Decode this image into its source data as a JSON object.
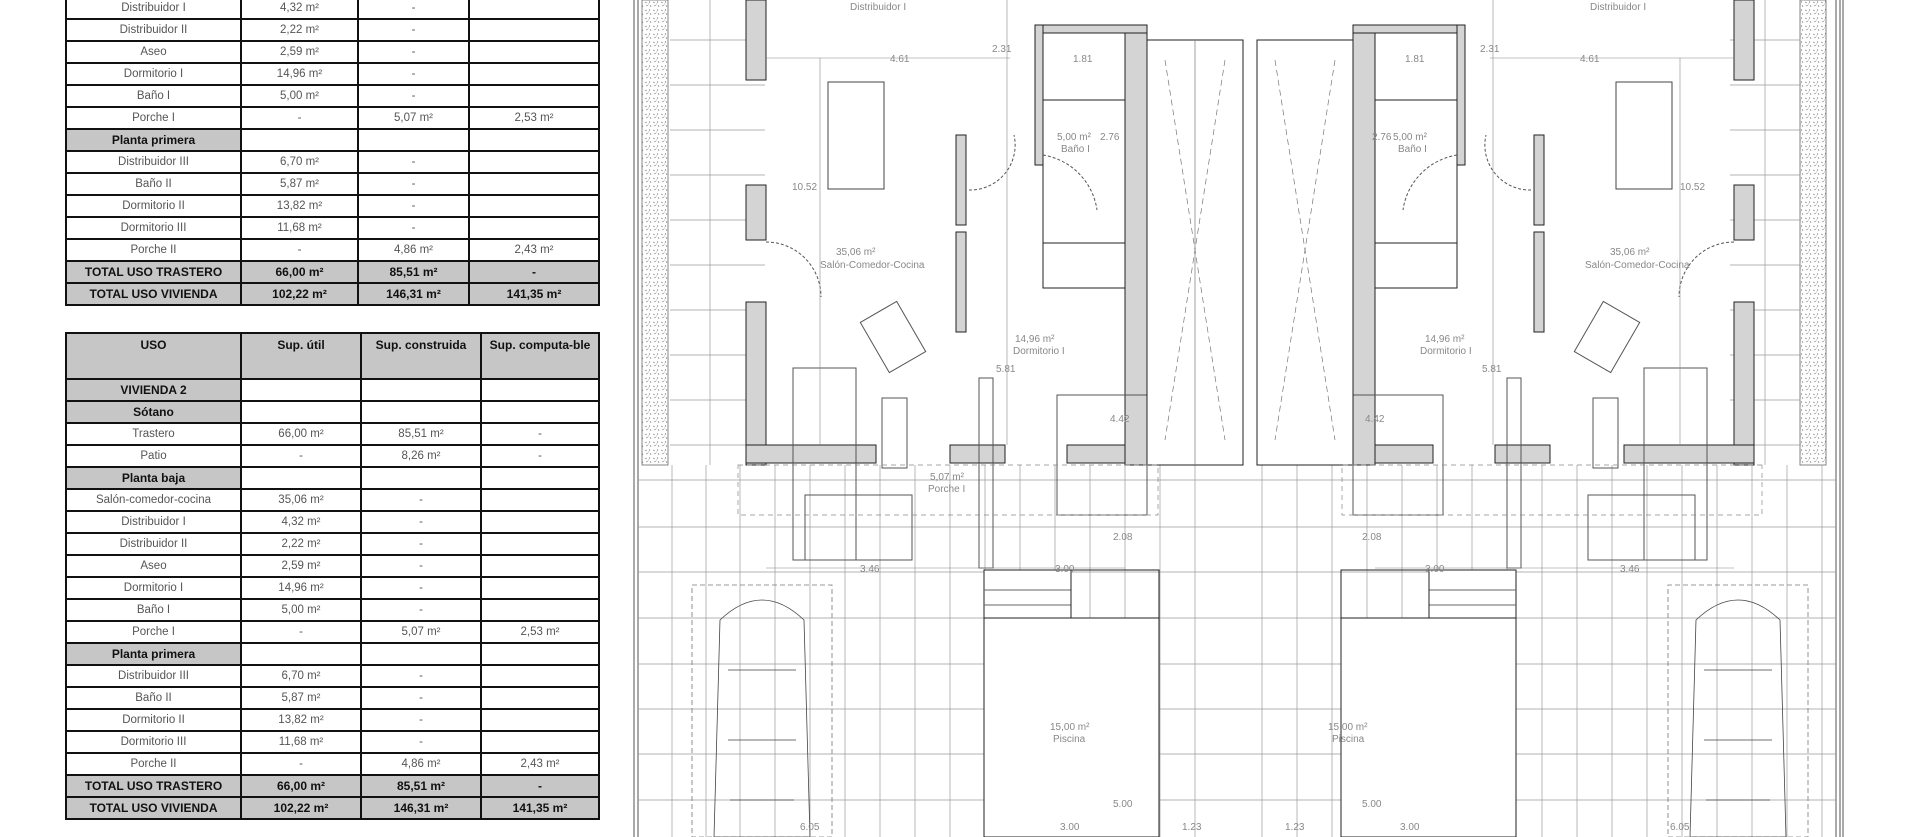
{
  "table1": {
    "rows": [
      {
        "type": "item",
        "uso": "Distribuidor I",
        "util": "4,32 m²",
        "construida": "-",
        "computable": ""
      },
      {
        "type": "item",
        "uso": "Distribuidor II",
        "util": "2,22 m²",
        "construida": "-",
        "computable": ""
      },
      {
        "type": "item",
        "uso": "Aseo",
        "util": "2,59 m²",
        "construida": "-",
        "computable": ""
      },
      {
        "type": "item",
        "uso": "Dormitorio I",
        "util": "14,96 m²",
        "construida": "-",
        "computable": ""
      },
      {
        "type": "item",
        "uso": "Baño I",
        "util": "5,00 m²",
        "construida": "-",
        "computable": ""
      },
      {
        "type": "item",
        "uso": "Porche I",
        "util": "-",
        "construida": "5,07 m²",
        "computable": "2,53 m²"
      },
      {
        "type": "section",
        "uso": "Planta primera",
        "util": "",
        "construida": "",
        "computable": ""
      },
      {
        "type": "item",
        "uso": "Distribuidor III",
        "util": "6,70 m²",
        "construida": "-",
        "computable": ""
      },
      {
        "type": "item",
        "uso": "Baño II",
        "util": "5,87 m²",
        "construida": "-",
        "computable": ""
      },
      {
        "type": "item",
        "uso": "Dormitorio II",
        "util": "13,82 m²",
        "construida": "-",
        "computable": ""
      },
      {
        "type": "item",
        "uso": "Dormitorio III",
        "util": "11,68 m²",
        "construida": "-",
        "computable": ""
      },
      {
        "type": "item",
        "uso": "Porche II",
        "util": "-",
        "construida": "4,86 m²",
        "computable": "2,43 m²"
      },
      {
        "type": "total",
        "uso": "TOTAL USO TRASTERO",
        "util": "66,00 m²",
        "construida": "85,51 m²",
        "computable": "-"
      },
      {
        "type": "total",
        "uso": "TOTAL USO VIVIENDA",
        "util": "102,22 m²",
        "construida": "146,31 m²",
        "computable": "141,35 m²"
      }
    ]
  },
  "table2": {
    "headers": {
      "uso": "USO",
      "util": "Sup. útil",
      "construida": "Sup. construida",
      "computable": "Sup. computa-ble"
    },
    "rows": [
      {
        "type": "section",
        "uso": "VIVIENDA 2",
        "util": "",
        "construida": "",
        "computable": ""
      },
      {
        "type": "section",
        "uso": "Sótano",
        "util": "",
        "construida": "",
        "computable": ""
      },
      {
        "type": "item",
        "uso": "Trastero",
        "util": "66,00 m²",
        "construida": "85,51 m²",
        "computable": "-"
      },
      {
        "type": "item",
        "uso": "Patio",
        "util": "-",
        "construida": "8,26 m²",
        "computable": "-"
      },
      {
        "type": "section",
        "uso": "Planta baja",
        "util": "",
        "construida": "",
        "computable": ""
      },
      {
        "type": "item",
        "uso": "Salón-comedor-cocina",
        "util": "35,06 m²",
        "construida": "-",
        "computable": ""
      },
      {
        "type": "item",
        "uso": "Distribuidor I",
        "util": "4,32 m²",
        "construida": "-",
        "computable": ""
      },
      {
        "type": "item",
        "uso": "Distribuidor II",
        "util": "2,22 m²",
        "construida": "-",
        "computable": ""
      },
      {
        "type": "item",
        "uso": "Aseo",
        "util": "2,59 m²",
        "construida": "-",
        "computable": ""
      },
      {
        "type": "item",
        "uso": "Dormitorio I",
        "util": "14,96 m²",
        "construida": "-",
        "computable": ""
      },
      {
        "type": "item",
        "uso": "Baño I",
        "util": "5,00 m²",
        "construida": "-",
        "computable": ""
      },
      {
        "type": "item",
        "uso": "Porche I",
        "util": "-",
        "construida": "5,07 m²",
        "computable": "2,53 m²"
      },
      {
        "type": "section",
        "uso": "Planta primera",
        "util": "",
        "construida": "",
        "computable": ""
      },
      {
        "type": "item",
        "uso": "Distribuidor III",
        "util": "6,70 m²",
        "construida": "-",
        "computable": ""
      },
      {
        "type": "item",
        "uso": "Baño II",
        "util": "5,87 m²",
        "construida": "-",
        "computable": ""
      },
      {
        "type": "item",
        "uso": "Dormitorio II",
        "util": "13,82 m²",
        "construida": "-",
        "computable": ""
      },
      {
        "type": "item",
        "uso": "Dormitorio III",
        "util": "11,68 m²",
        "construida": "-",
        "computable": ""
      },
      {
        "type": "item",
        "uso": "Porche II",
        "util": "-",
        "construida": "4,86 m²",
        "computable": "2,43 m²"
      },
      {
        "type": "total",
        "uso": "TOTAL USO TRASTERO",
        "util": "66,00 m²",
        "construida": "85,51 m²",
        "computable": "-"
      },
      {
        "type": "total",
        "uso": "TOTAL USO VIVIENDA",
        "util": "102,22 m²",
        "construida": "146,31 m²",
        "computable": "141,35 m²"
      }
    ]
  },
  "plan": {
    "left_house": {
      "distribuidor_label": "Distribuidor I",
      "salon_area": "35,06 m²",
      "salon_label": "Salón-Comedor-Cocina",
      "dormitorio_area": "14,96 m²",
      "dormitorio_label": "Dormitorio I",
      "bano_area": "5,00 m²",
      "bano_label": "Baño I",
      "porche_area": "5,07 m²",
      "porche_label": "Porche I",
      "piscina_area": "15,00 m²",
      "piscina_label": "Piscina",
      "dims": {
        "d461": "4.61",
        "d231": "2.31",
        "d181": "1.81",
        "d1052": "10.52",
        "d276": "2.76",
        "d581": "5.81",
        "d442": "4.42",
        "d346": "3.46",
        "d300": "3.00",
        "d208": "2.08",
        "d500": "5.00",
        "d605": "6.05",
        "d300b": "3.00",
        "d123": "1.23"
      }
    },
    "right_house": {
      "distribuidor_label": "Distribuidor I",
      "salon_area": "35,06 m²",
      "salon_label": "Salón-Comedor-Cocina",
      "dormitorio_area": "14,96 m²",
      "dormitorio_label": "Dormitorio I",
      "bano_area": "5,00 m²",
      "bano_label": "Baño I",
      "piscina_area": "15,00 m²",
      "piscina_label": "Piscina",
      "dims": {
        "d461": "4.61",
        "d231": "2.31",
        "d181": "1.81",
        "d1052": "10.52",
        "d276": "2.76",
        "d581": "5.81",
        "d442": "4.42",
        "d346": "3.46",
        "d300": "3.00",
        "d208": "2.08",
        "d500": "5.00",
        "d605": "6.05",
        "d300b": "3.00",
        "d123": "1.23"
      }
    }
  }
}
